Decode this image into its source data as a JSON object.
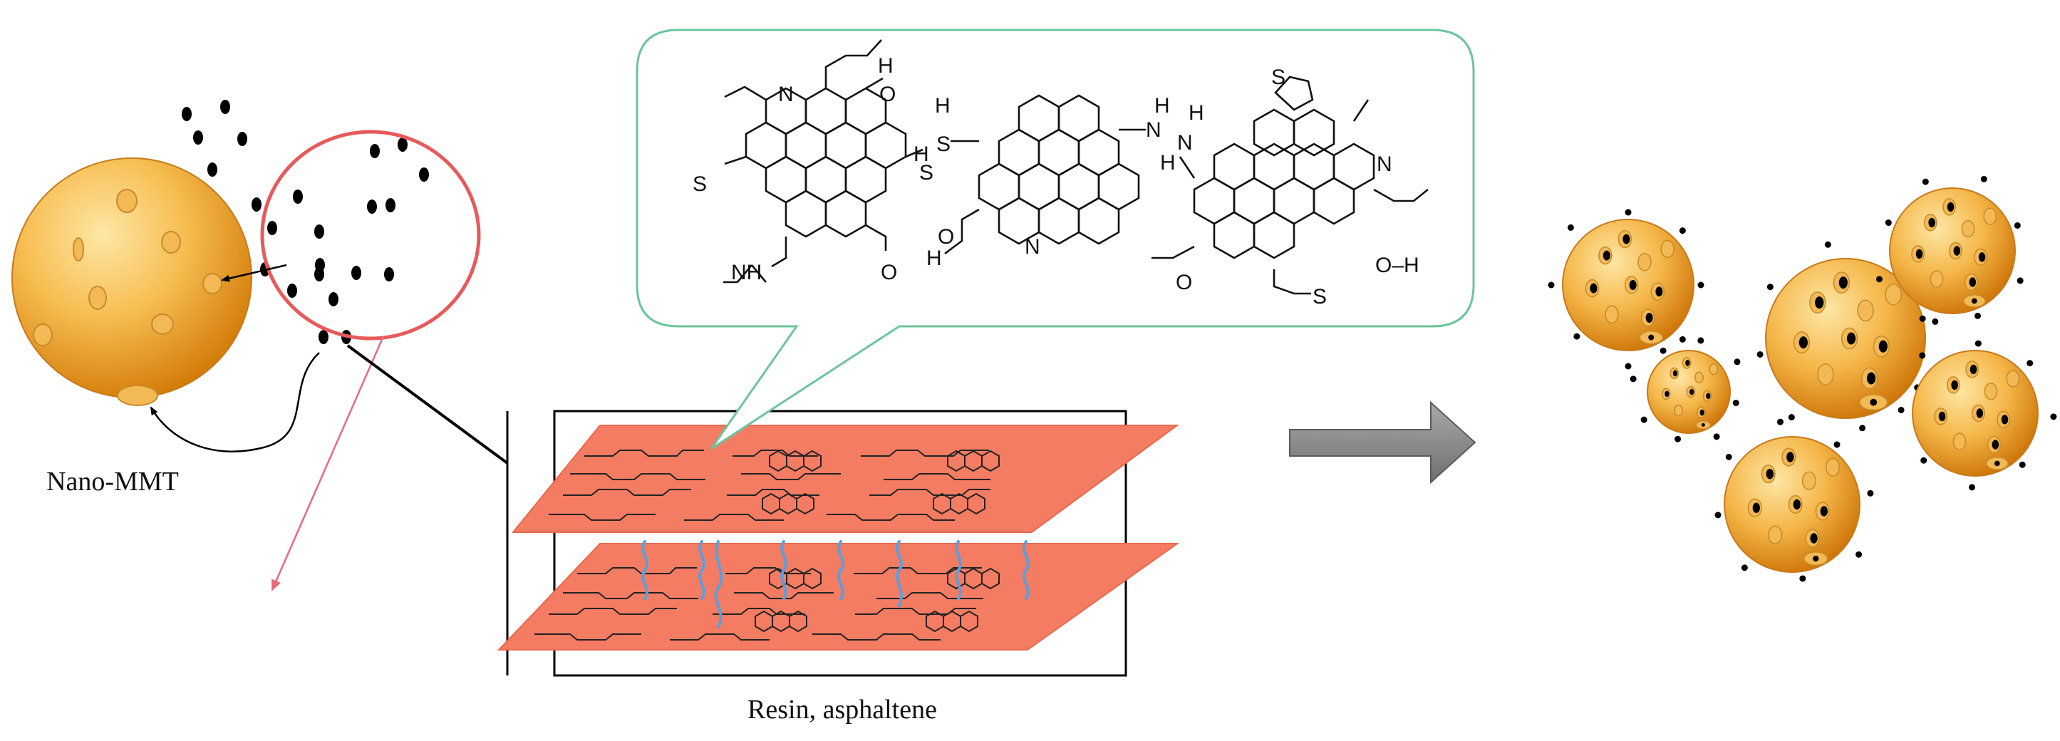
{
  "labels": {
    "nano_mmt": "Nano-MMT",
    "resin_asphaltene": "Resin, asphaltene"
  },
  "structure_labels": [
    {
      "key": "n1",
      "text": "N"
    },
    {
      "key": "h1",
      "text": "H"
    },
    {
      "key": "o1",
      "text": "O"
    },
    {
      "key": "s1",
      "text": "S"
    },
    {
      "key": "s2",
      "text": "S"
    },
    {
      "key": "h2",
      "text": "H"
    },
    {
      "key": "nh1",
      "text": "NH"
    },
    {
      "key": "o2",
      "text": "O"
    },
    {
      "key": "s3",
      "text": "S"
    },
    {
      "key": "h3",
      "text": "H"
    },
    {
      "key": "o3",
      "text": "O"
    },
    {
      "key": "h4",
      "text": "H"
    },
    {
      "key": "n2",
      "text": "N"
    },
    {
      "key": "n3",
      "text": "N"
    },
    {
      "key": "h5",
      "text": "H"
    },
    {
      "key": "h6",
      "text": "H"
    },
    {
      "key": "n4",
      "text": "N"
    },
    {
      "key": "h7",
      "text": "H"
    },
    {
      "key": "s4",
      "text": "S"
    },
    {
      "key": "n5",
      "text": "N"
    },
    {
      "key": "oh1",
      "text": "O–H"
    },
    {
      "key": "o4",
      "text": "O"
    },
    {
      "key": "s5",
      "text": "S"
    }
  ],
  "colors": {
    "particle_light": "#fbd27a",
    "particle_mid": "#f0a830",
    "particle_dark": "#c86c00",
    "dots": "#000000",
    "highlight_circle": "#e85a5a",
    "red_arrow": "#e76a7d",
    "callout_border": "#6cc59c",
    "sheet": "#f47c62",
    "wavy_lines": "#5aa0de",
    "process_arrow": "#808080"
  }
}
